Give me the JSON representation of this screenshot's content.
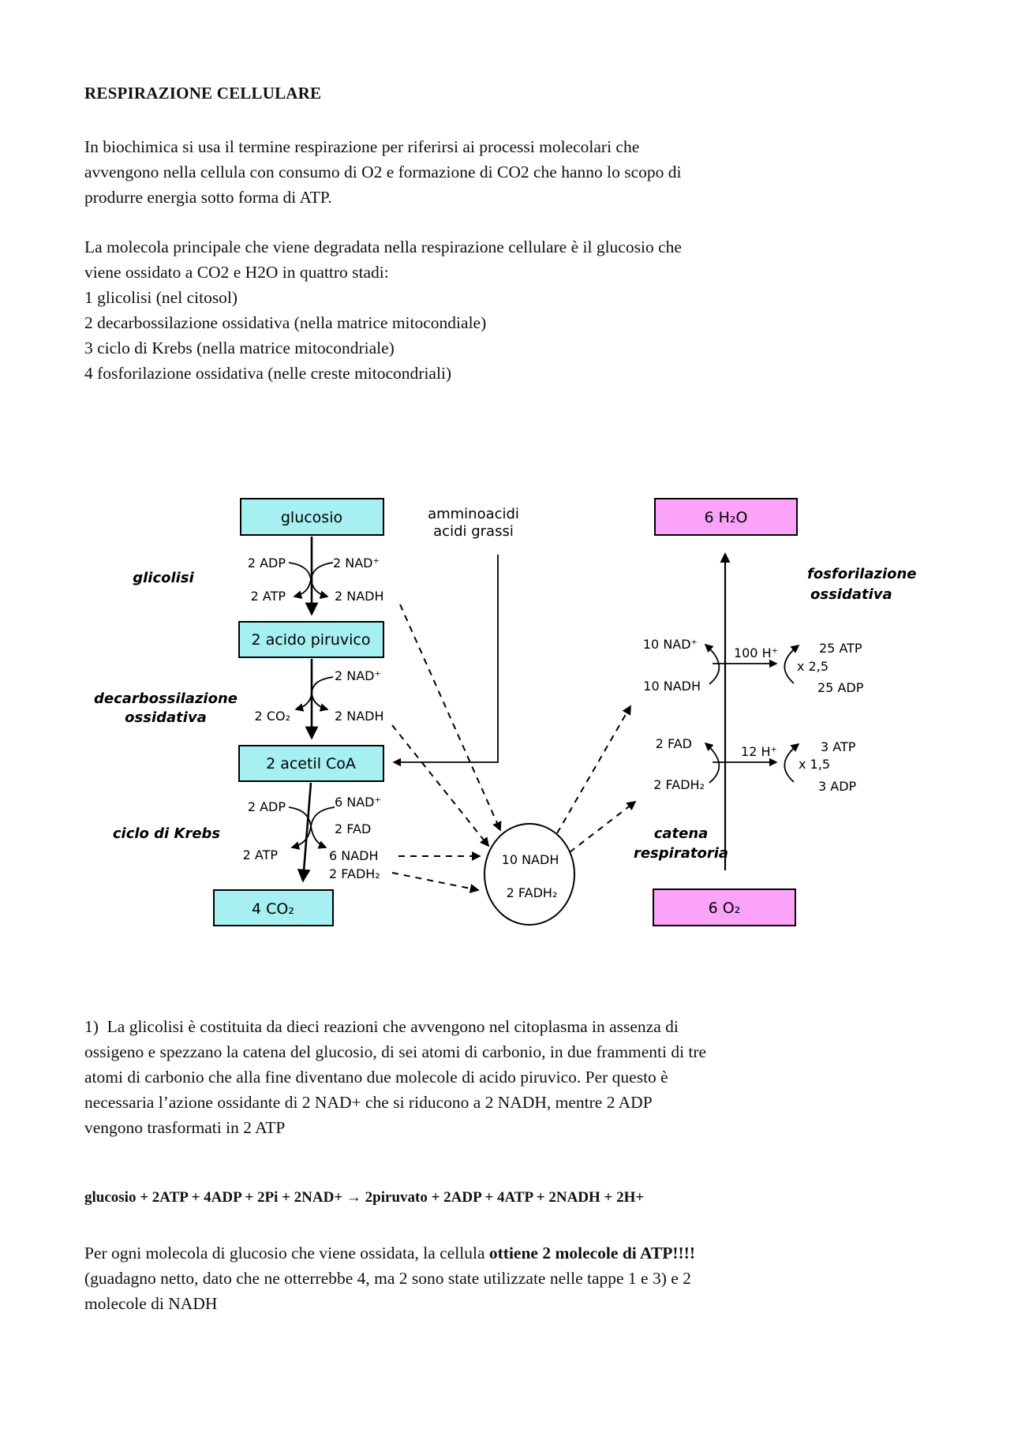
{
  "page": {
    "title": "RESPIRAZIONE CELLULARE",
    "para1": {
      "lines": [
        "In biochimica si usa il termine respirazione per riferirsi ai processi molecolari che",
        "avvengono nella cellula con consumo di O2 e formazione di CO2 che hanno lo scopo di",
        "produrre energia sotto forma di ATP."
      ]
    },
    "para2": {
      "lines": [
        "La molecola principale che viene degradata nella respirazione cellulare è il glucosio che",
        "viene ossidato a CO2 e H2O in quattro stadi:",
        "1 glicolisi (nel citosol)",
        "2 decarbossilazione ossidativa (nella matrice mitocondiale)",
        "3 ciclo di Krebs (nella matrice mitocondriale)",
        "4 fosforilazione ossidativa (nelle creste mitocondriali)"
      ]
    },
    "para3": {
      "lines": [
        "1)  La glicolisi è costituita da dieci reazioni che avvengono nel citoplasma in assenza di",
        "ossigeno e spezzano la catena del glucosio, di sei atomi di carbonio, in due frammenti di tre",
        "atomi di carbonio che alla fine diventano due molecole di acido piruvico. Per questo è",
        "necessaria l’azione ossidante di 2 NAD+ che si riducono a 2 NADH, mentre 2 ADP",
        "vengono trasformati in 2 ATP"
      ]
    },
    "equation": "glucosio + 2ATP + 4ADP + 2Pi + 2NAD+ → 2piruvato + 2ADP + 4ATP + 2NADH + 2H+",
    "para4": {
      "line1_normal": "Per ogni molecola di glucosio che viene ossidata, la cellula ",
      "line1_bold": "ottiene 2 molecole di ATP!!!!",
      "line2": "(guadagno netto, dato che ne otterrebbe 4, ma 2 sono state utilizzate nelle tappe 1 e 3) e 2",
      "line3": "molecole di NADH"
    }
  },
  "diagram": {
    "colors": {
      "cyan": "#a6f0f2",
      "pink": "#fba3f8",
      "stroke": "#000000"
    },
    "boxes": {
      "glucosio": "glucosio",
      "piruvico": "2 acido piruvico",
      "acetil": "2 acetil CoA",
      "co2": "4 CO₂",
      "h2o": "6 H₂O",
      "o2": "6 O₂"
    },
    "stages": {
      "glicolisi": "glicolisi",
      "decarb1": "decarbossilazione",
      "decarb2": "ossidativa",
      "krebs": "ciclo di Krebs",
      "fosf1": "fosforilazione",
      "fosf2": "ossidativa",
      "catena1": "catena",
      "catena2": "respiratoria"
    },
    "inputs": {
      "amminoacidi": "amminoacidi",
      "acidi_grassi": "acidi grassi"
    },
    "glicolisi": {
      "adp": "2 ADP",
      "nad": "2 NAD⁺",
      "atp": "2 ATP",
      "nadh": "2 NADH"
    },
    "decarb": {
      "nad": "2 NAD⁺",
      "co2": "2 CO₂",
      "nadh": "2 NADH"
    },
    "krebs": {
      "adp": "2 ADP",
      "nad": "6 NAD⁺",
      "fad": "2 FAD",
      "atp": "2 ATP",
      "nadh": "6 NADH",
      "fadh2": "2 FADH₂"
    },
    "pool": {
      "nadh": "10 NADH",
      "fadh2": "2 FADH₂"
    },
    "chain_nadh": {
      "out": "10 NAD⁺",
      "h": "100 H⁺",
      "atp": "25 ATP",
      "mult": "x 2,5",
      "in": "10 NADH",
      "adp": "25 ADP"
    },
    "chain_fadh": {
      "out": "2 FAD",
      "h": "12 H⁺",
      "atp": "3 ATP",
      "mult": "x 1,5",
      "in": "2 FADH₂",
      "adp": "3 ADP"
    }
  }
}
